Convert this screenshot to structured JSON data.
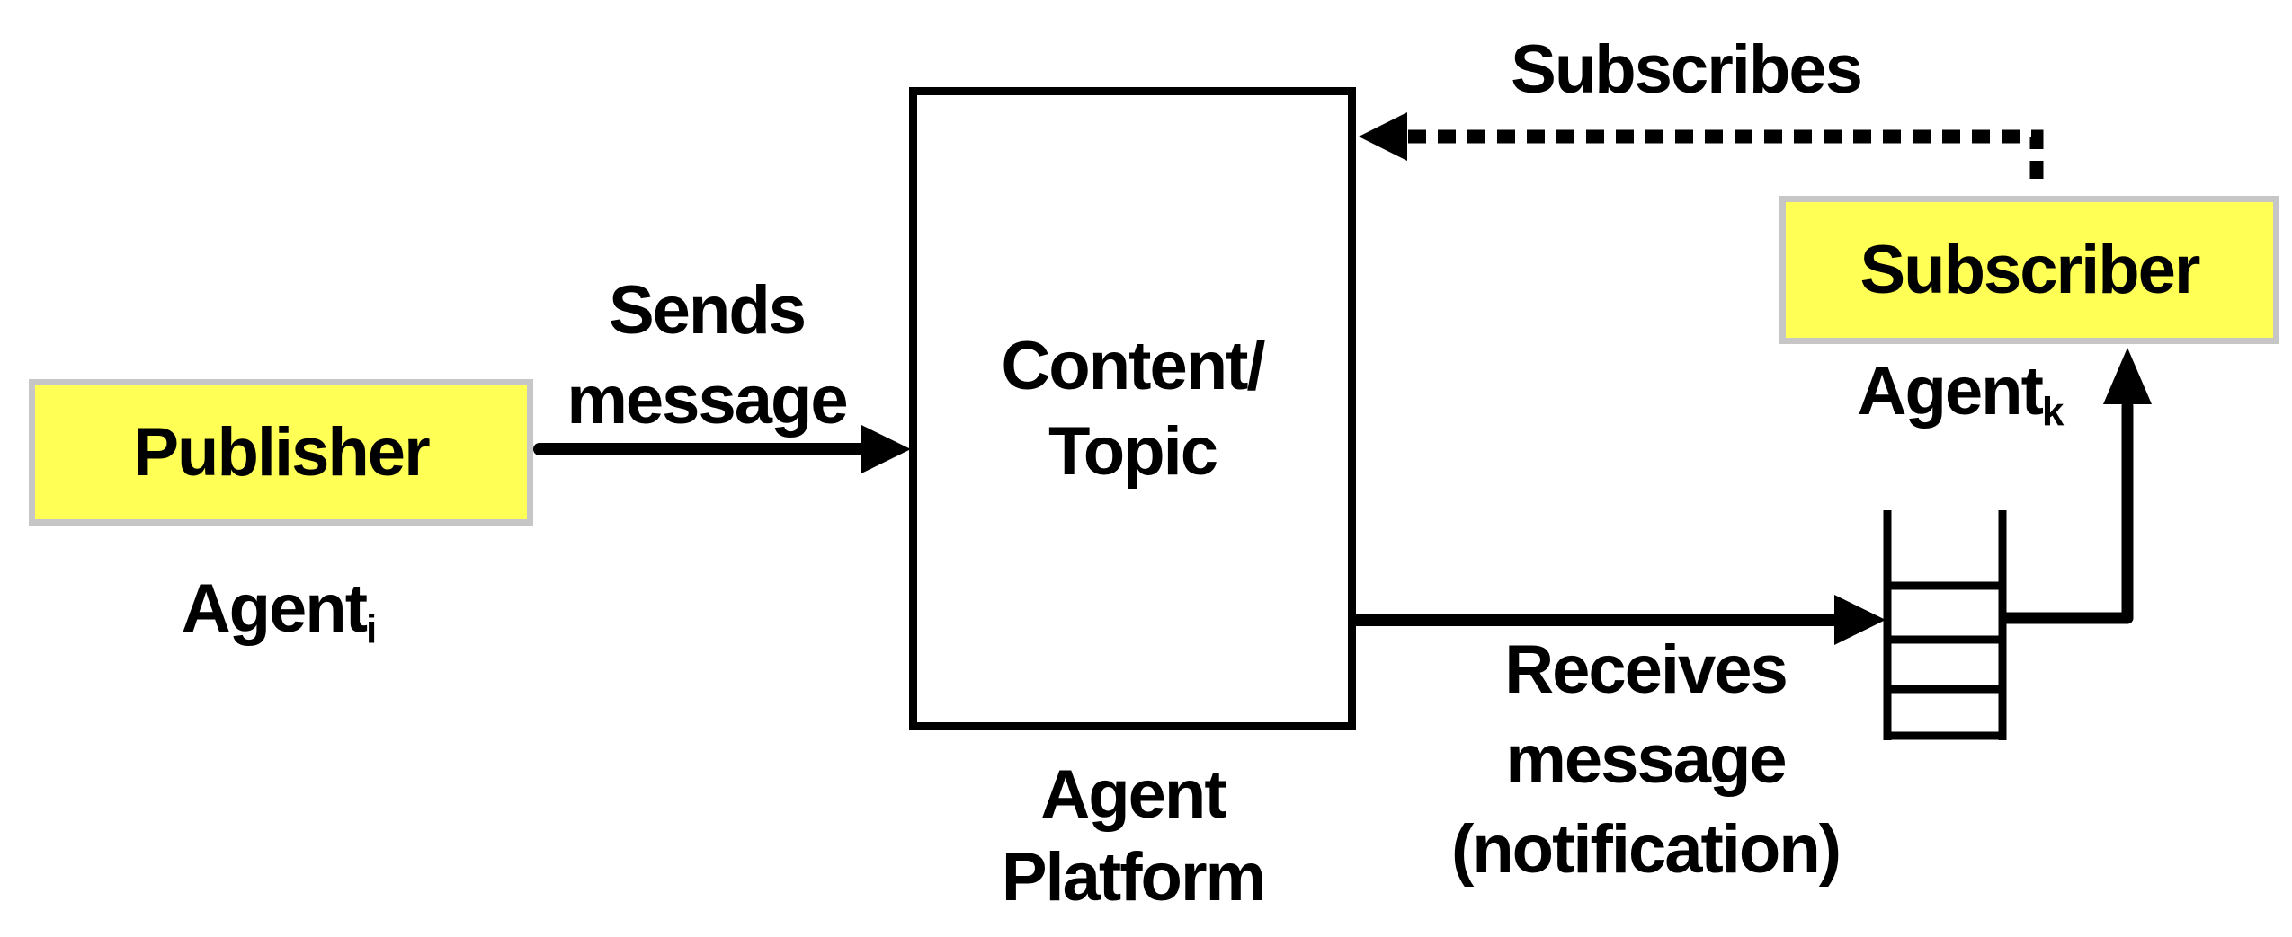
{
  "diagram": {
    "publisher": {
      "box_label": "Publisher",
      "agent_label": "Agent",
      "agent_subscript": "i"
    },
    "platform": {
      "box_line1": "Content/",
      "box_line2": "Topic",
      "caption_line1": "Agent",
      "caption_line2": "Platform"
    },
    "subscriber": {
      "box_label": "Subscriber",
      "agent_label": "Agent",
      "agent_subscript": "k"
    },
    "arrows": {
      "sends": {
        "line1": "Sends",
        "line2": "message"
      },
      "subscribes": {
        "label": "Subscribes"
      },
      "receives": {
        "line1": "Receives",
        "line2": "message",
        "line3": "(notification)"
      }
    },
    "colors": {
      "node_fill": "#ffff55",
      "node_border": "#c6c6c6",
      "line": "#000000",
      "background": "#ffffff"
    }
  }
}
